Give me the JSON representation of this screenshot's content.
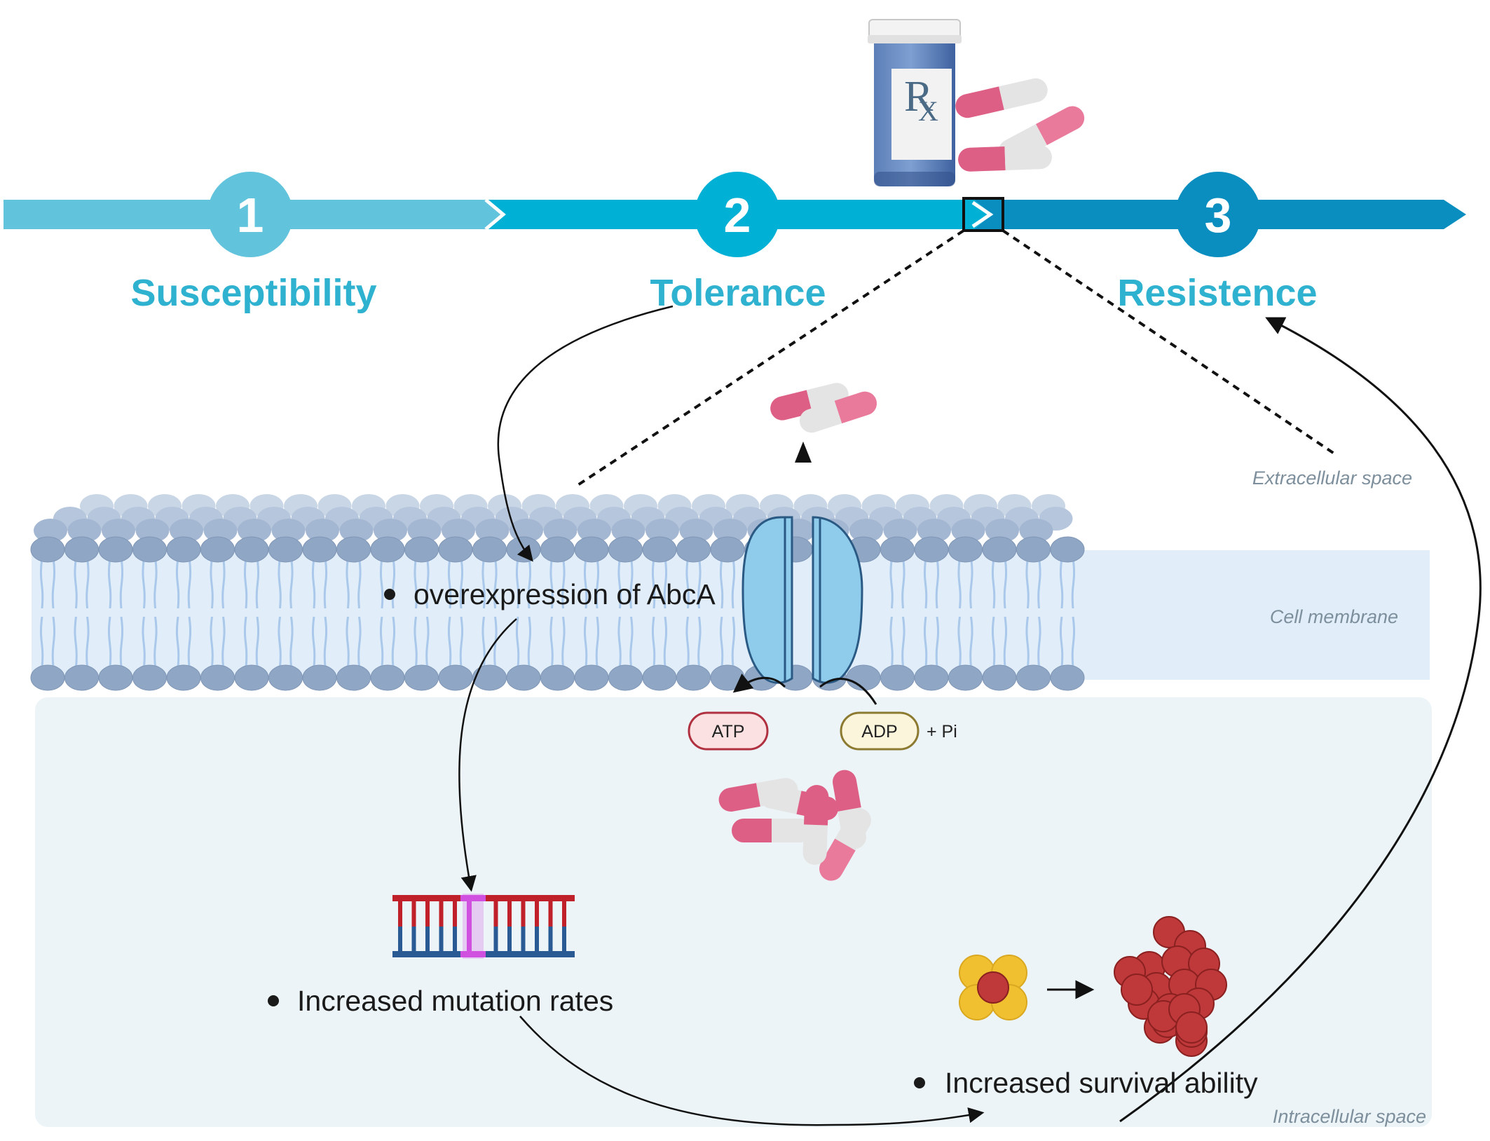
{
  "stages": [
    {
      "number": "1",
      "label": "Susceptibility"
    },
    {
      "number": "2",
      "label": "Tolerance"
    },
    {
      "number": "3",
      "label": "Resistence"
    }
  ],
  "bottle": {
    "label": "R",
    "subscript": "X"
  },
  "regions": {
    "extracellular": "Extracellular space",
    "membrane": "Cell membrane",
    "intracellular": "Intracellular space"
  },
  "energy": {
    "atp": "ATP",
    "adp": "ADP",
    "pi": "+ Pi"
  },
  "bullets": {
    "abca": "overexpression of AbcA",
    "mutation": "Increased mutation rates",
    "survival": "Increased survival ability"
  },
  "colors": {
    "stage1": "#62c4dc",
    "stage2": "#00b1d5",
    "stage3": "#0a8ec0",
    "stage_label": "#2fb2cf",
    "membrane_head": "#8fa6c4",
    "membrane_tail": "#a9c8ea",
    "transporter": "#8fcbea",
    "capsule_pink": "#de5f85",
    "capsule_white": "#e4e4e4",
    "cell_yellow": "#f0c030",
    "cell_red": "#c0393a",
    "dna_red": "#c0202a",
    "dna_blue": "#2a5a94",
    "dna_mutation": "#d050e0"
  }
}
